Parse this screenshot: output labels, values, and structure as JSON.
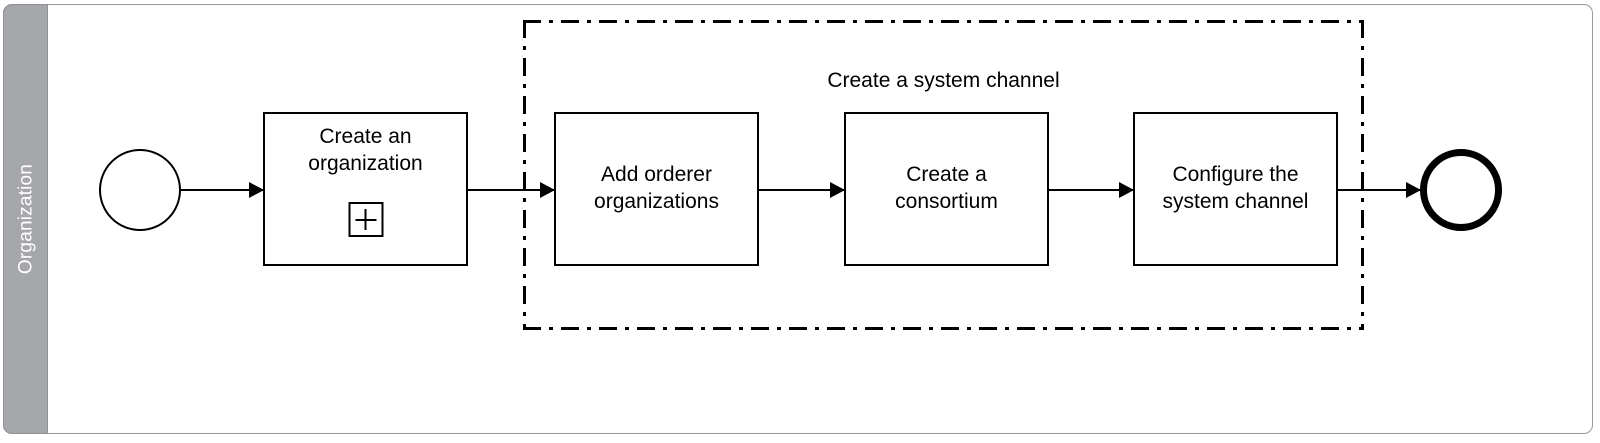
{
  "diagram": {
    "type": "bpmn-process",
    "pool": {
      "lane_label": "Organization",
      "lane_header_color": "#a5a7aa",
      "border_color": "#9a9a9a"
    },
    "group": {
      "label": "Create a system channel",
      "border_style": "dash-dot"
    },
    "events": [
      {
        "name": "start-event",
        "kind": "start",
        "label": ""
      },
      {
        "name": "end-event",
        "kind": "end",
        "label": ""
      }
    ],
    "tasks": [
      {
        "id": "create-an-organization",
        "label": "Create an organization",
        "marker": "sub-process-plus",
        "in_group": false
      },
      {
        "id": "add-orderer-organizations",
        "label": "Add orderer organizations",
        "marker": "none",
        "in_group": true
      },
      {
        "id": "create-a-consortium",
        "label": "Create a consortium",
        "marker": "none",
        "in_group": true
      },
      {
        "id": "configure-the-system-channel",
        "label": "Configure the system channel",
        "marker": "none",
        "in_group": true
      }
    ],
    "flows": [
      {
        "from": "start-event",
        "to": "create-an-organization"
      },
      {
        "from": "create-an-organization",
        "to": "add-orderer-organizations"
      },
      {
        "from": "add-orderer-organizations",
        "to": "create-a-consortium"
      },
      {
        "from": "create-a-consortium",
        "to": "configure-the-system-channel"
      },
      {
        "from": "configure-the-system-channel",
        "to": "end-event"
      }
    ],
    "colors": {
      "stroke": "#000000",
      "fill": "#ffffff",
      "lane": "#a5a7aa",
      "lane_text": "#ffffff"
    }
  }
}
